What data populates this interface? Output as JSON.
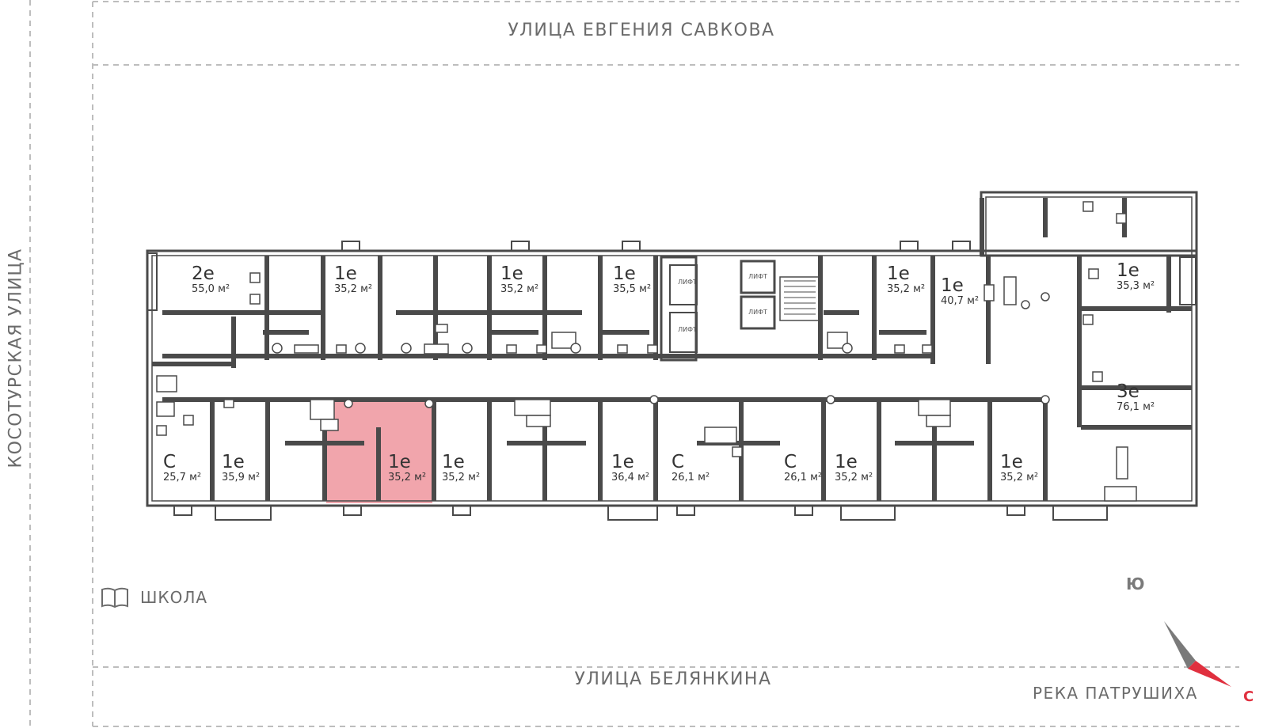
{
  "streets": {
    "top": "УЛИЦА ЕВГЕНИЯ САВКОВА",
    "bottom": "УЛИЦА БЕЛЯНКИНА",
    "left": "КОСОТУРСКАЯ УЛИЦА",
    "river": "РЕКА ПАТРУШИХА"
  },
  "landmarks": {
    "school_label": "ШКОЛА",
    "school_icon": "book-icon"
  },
  "compass": {
    "south": "Ю",
    "north": "С",
    "needle_color": "#e0303f"
  },
  "selected_color": "#f0a0a8",
  "lift_label": "ЛИФТ",
  "apartments_top": [
    {
      "type": "2е",
      "area": "55,0 м²"
    },
    {
      "type": "1е",
      "area": "35,2 м²"
    },
    {
      "type": "1е",
      "area": "35,2 м²"
    },
    {
      "type": "1е",
      "area": "35,5 м²"
    },
    {
      "type": "1е",
      "area": "35,2 м²"
    },
    {
      "type": "1е",
      "area": "40,7 м²"
    },
    {
      "type": "1е",
      "area": "35,3 м²"
    },
    {
      "type": "3е",
      "area": "76,1 м²"
    }
  ],
  "apartments_bottom": [
    {
      "type": "С",
      "area": "25,7 м²"
    },
    {
      "type": "1е",
      "area": "35,9 м²"
    },
    {
      "type": "1е",
      "area": "35,2 м²",
      "selected": true
    },
    {
      "type": "1е",
      "area": "35,2 м²"
    },
    {
      "type": "1е",
      "area": "36,4 м²"
    },
    {
      "type": "С",
      "area": "26,1 м²"
    },
    {
      "type": "С",
      "area": "26,1 м²"
    },
    {
      "type": "1е",
      "area": "35,2 м²"
    },
    {
      "type": "1е",
      "area": "35,2 м²"
    }
  ]
}
